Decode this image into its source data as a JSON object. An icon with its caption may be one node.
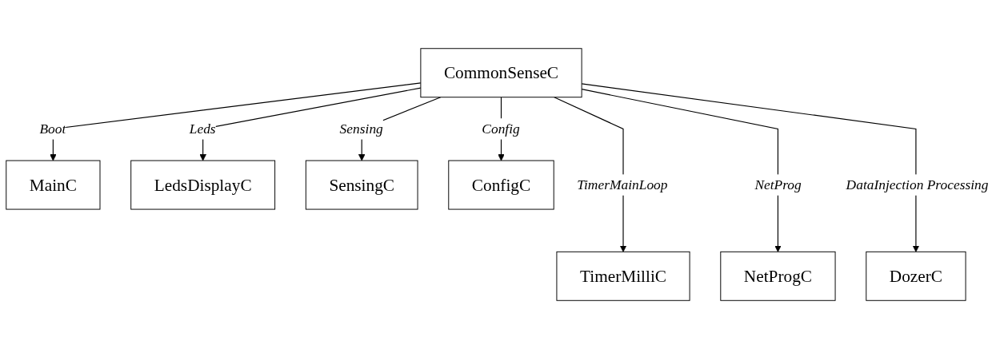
{
  "diagram": {
    "nodes": [
      {
        "text": [
          "CommonSenseC"
        ]
      },
      {
        "text": [
          "MainC"
        ]
      },
      {
        "text": [
          "LedsDisplayC"
        ]
      },
      {
        "text": [
          "SensingC"
        ]
      },
      {
        "text": [
          "ConfigC"
        ]
      },
      {
        "text": [
          "TimerMilliC"
        ]
      },
      {
        "text": [
          "NetProgC"
        ]
      },
      {
        "text": [
          "DozerC"
        ]
      }
    ],
    "edges": [
      {
        "from": 0,
        "to": 5,
        "arrow": "to",
        "label": "TimerMainLoop"
      },
      {
        "from": 0,
        "to": 1,
        "arrow": "to",
        "label": "Boot"
      },
      {
        "from": 0,
        "to": 2,
        "arrow": "to",
        "label": "Leds"
      },
      {
        "from": 0,
        "to": 6,
        "arrow": "to",
        "label": "NetProg"
      },
      {
        "from": 0,
        "to": 3,
        "arrow": "to",
        "label": "Sensing"
      },
      {
        "from": 0,
        "to": 4,
        "arrow": "to",
        "label": "Config"
      },
      {
        "from": 0,
        "to": 7,
        "arrow": "to",
        "label": "DataInjection Processing"
      }
    ]
  }
}
